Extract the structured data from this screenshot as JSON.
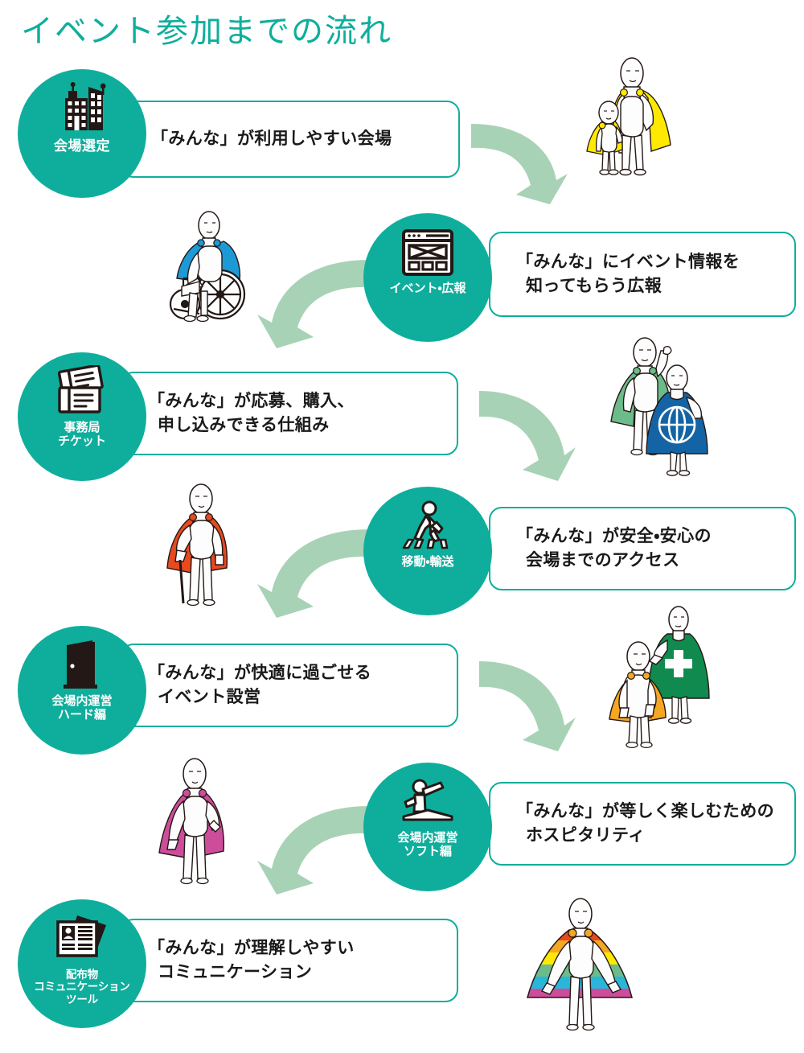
{
  "title": "イベント参加までの流れ",
  "colors": {
    "teal": "#0fae9c",
    "arrow_green": "#a8d2b6",
    "icon_dark": "#231815",
    "text_dark": "#1a1a1a",
    "cape_yellow": "#ffe900",
    "cape_blue_light": "#1d9ad6",
    "cape_green_light": "#6cbb8a",
    "cape_blue_dark": "#1464a5",
    "cape_orange": "#e8491e",
    "cape_amber": "#f5a623",
    "cape_green_dark": "#108a4e",
    "cape_pink": "#cd4d9b",
    "cape_rainbow": [
      "#e8491e",
      "#f5a623",
      "#ffe900",
      "#6cbb8a",
      "#29b6d8",
      "#cd4d9b"
    ]
  },
  "steps": [
    {
      "id": "venue-selection",
      "circle_label": "会場選定",
      "icon": "building-icon",
      "lines": [
        "「みんな」が利用しやすい会場"
      ],
      "side": "left"
    },
    {
      "id": "event-pr",
      "circle_label": "イベント・広報",
      "icon": "webpage-icon",
      "lines": [
        "「みんな」にイベント情報を",
        "知ってもらう広報"
      ],
      "side": "right"
    },
    {
      "id": "office-ticket",
      "circle_label": "事務局\nチケット",
      "icon": "ticket-icon",
      "lines": [
        "「みんな」が応募、購入、",
        "申し込みできる仕組み"
      ],
      "side": "left"
    },
    {
      "id": "transport",
      "circle_label": "移動・輸送",
      "icon": "pedestrian-crossing-icon",
      "lines": [
        "「みんな」が安全・安心の",
        "会場までのアクセス"
      ],
      "side": "right"
    },
    {
      "id": "venue-ops-hardware",
      "circle_label": "会場内運営\nハード編",
      "icon": "door-icon",
      "lines": [
        "「みんな」が快適に過ごせる",
        "イベント設営"
      ],
      "side": "left"
    },
    {
      "id": "venue-ops-software",
      "circle_label": "会場内運営\nソフト編",
      "icon": "staff-guide-icon",
      "lines": [
        "「みんな」が等しく楽しむための",
        "ホスピタリティ"
      ],
      "side": "right"
    },
    {
      "id": "handouts-communication",
      "circle_label": "配布物\nコミュニケーション\nツール",
      "icon": "document-person-icon",
      "lines": [
        "「みんな」が理解しやすい",
        "コミュニケーション"
      ],
      "side": "left"
    }
  ],
  "arrows": [
    {
      "id": "arrow-1",
      "direction": "down-right"
    },
    {
      "id": "arrow-2",
      "direction": "down-left"
    },
    {
      "id": "arrow-3",
      "direction": "down-right"
    },
    {
      "id": "arrow-4",
      "direction": "down-left"
    },
    {
      "id": "arrow-5",
      "direction": "down-right"
    },
    {
      "id": "arrow-6",
      "direction": "down-left"
    }
  ],
  "figures": [
    {
      "id": "hero-adult-and-child-yellow",
      "description": "黄色マントの大人と子ども"
    },
    {
      "id": "hero-wheelchair-blue",
      "description": "青マントの車いす利用者"
    },
    {
      "id": "hero-pair-green-blue-globe",
      "description": "緑マントの人物と地球儀マークの青マントの人物"
    },
    {
      "id": "hero-cane-orange",
      "description": "オレンジマントの杖を持つ人物"
    },
    {
      "id": "hero-pair-pregnant-orange-and-green-cross",
      "description": "オレンジマントの妊婦と十字マークの緑マントの人物"
    },
    {
      "id": "hero-pink-cape",
      "description": "ピンクマントの人物"
    },
    {
      "id": "hero-rainbow-cape",
      "description": "虹色マントの人物"
    }
  ]
}
